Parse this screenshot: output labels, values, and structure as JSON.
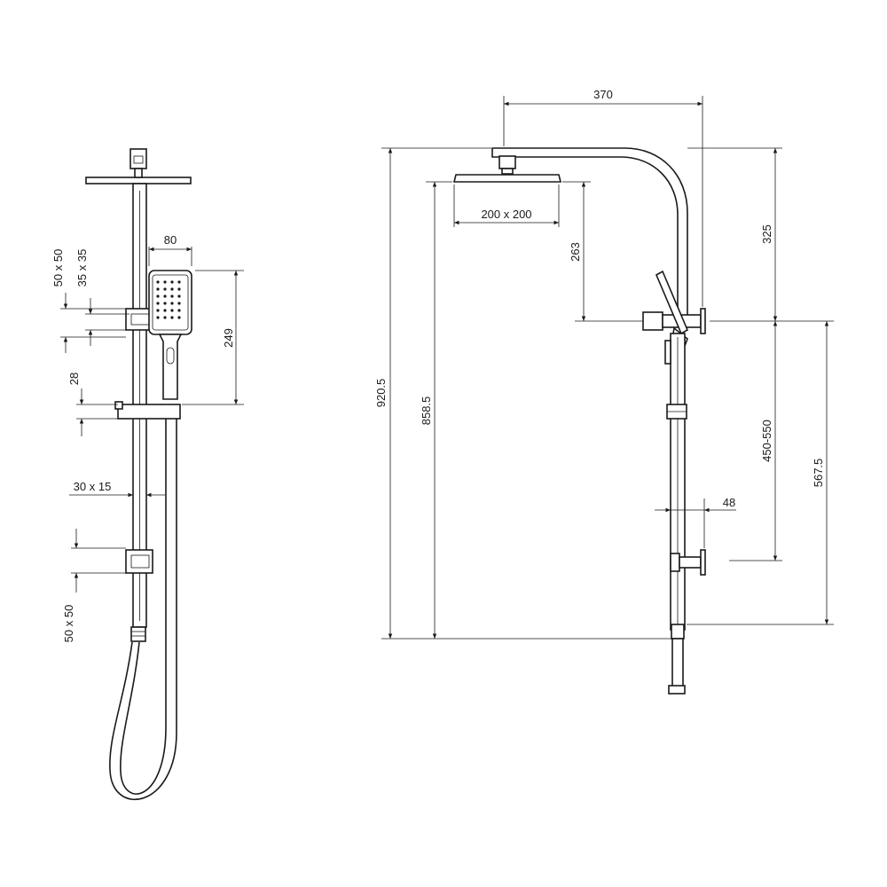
{
  "drawing": {
    "front_view": {
      "dims": {
        "handset_width": "80",
        "bracket_top": "50 x 50",
        "rail_section": "35 x 35",
        "handset_height": "249",
        "holder_height": "28",
        "rail_size": "30 x 15",
        "bracket_bottom": "50 x 50"
      }
    },
    "side_view": {
      "dims": {
        "arm_reach": "370",
        "head_size": "200 x 200",
        "head_to_bracket": "263",
        "arm_height": "325",
        "overall_height": "920.5",
        "head_height": "858.5",
        "bracket_spacing": "450-550",
        "lower_height": "567.5",
        "wall_offset": "48"
      }
    }
  }
}
